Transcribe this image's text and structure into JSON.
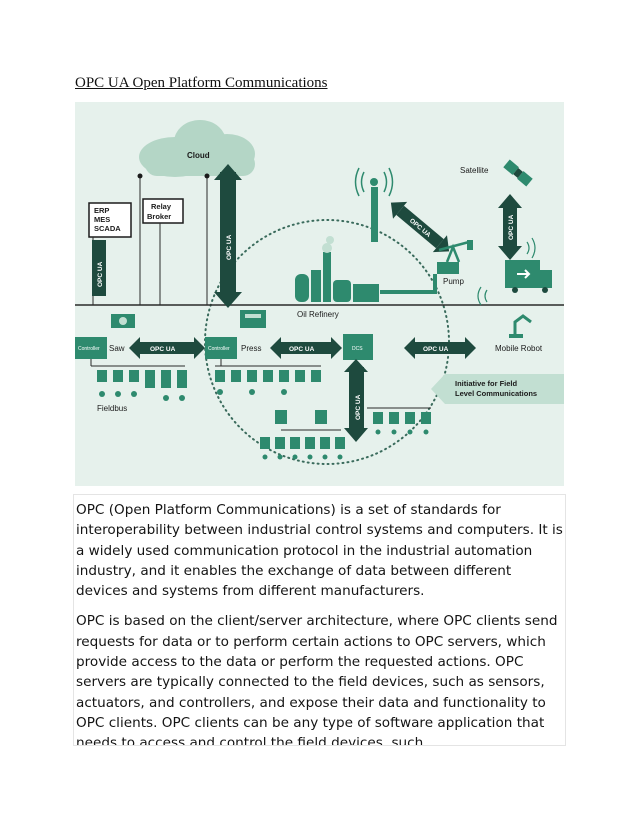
{
  "document": {
    "title": "OPC UA Open Platform Communications",
    "paragraphs": [
      "OPC (Open Platform Communications) is a set of standards for interoperability between industrial control systems and computers. It is a widely used communication protocol in the industrial automation industry, and it enables the exchange of data between different devices and systems from different manufacturers.",
      "OPC is based on the client/server architecture, where OPC clients send requests for data or to perform certain actions to OPC servers, which provide access to the data or perform the requested actions. OPC servers are typically connected to the field devices, such as sensors, actuators, and controllers, and expose their data and functionality to OPC clients. OPC clients can be any type of software application that needs to access and control the field devices, such"
    ]
  },
  "diagram": {
    "cloud": "Cloud",
    "satellite": "Satellite",
    "erp": "ERP",
    "mes": "MES",
    "scada": "SCADA",
    "relay": "Relay",
    "broker": "Broker",
    "oil_refinery": "Oil Refinery",
    "pump": "Pump",
    "saw": "Saw",
    "press": "Press",
    "mobile_robot": "Mobile Robot",
    "controller": "Controller",
    "dcs": "DCS",
    "fieldbus": "Fieldbus",
    "opc_ua": "OPC UA",
    "initiative_line1": "Initiative for Field",
    "initiative_line2": "Level Communications",
    "colors": {
      "background": "#e6f1ec",
      "teal": "#2e8a6e",
      "dark": "#1e4a3e",
      "light": "#c2dfd2"
    }
  }
}
